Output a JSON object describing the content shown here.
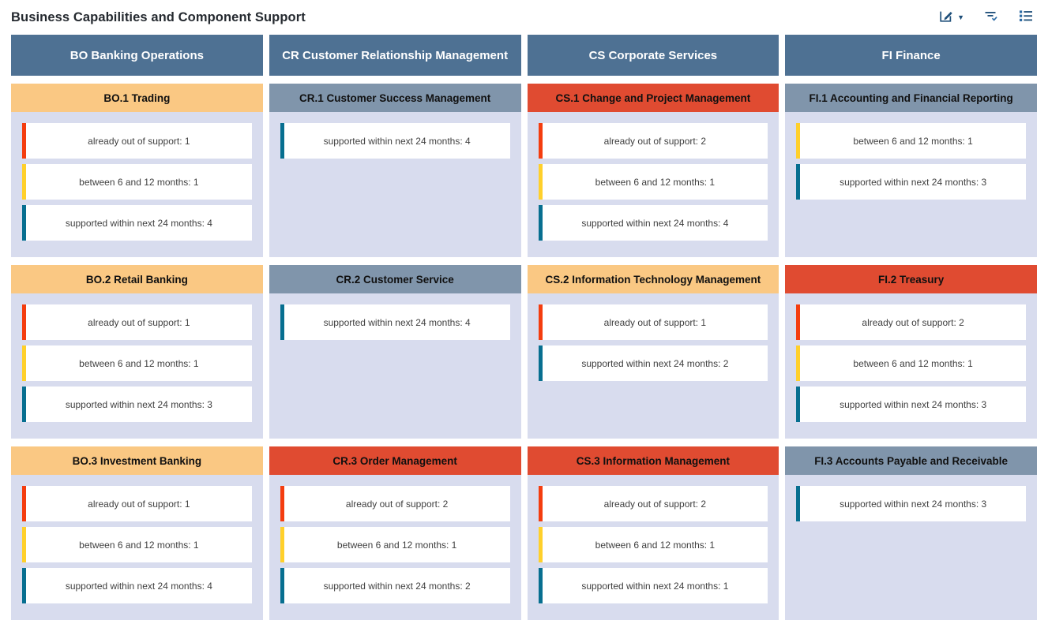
{
  "page": {
    "title": "Business Capabilities and Component Support"
  },
  "toolbar": {
    "edit_icon": "edit-pencil-square-icon",
    "edit_caret": "▼",
    "filter_icon": "filter-lines-with-check-icon",
    "list_icon": "bulleted-list-icon"
  },
  "colors": {
    "column_header": "#4E7193",
    "card_header_orange": "#FAC883",
    "card_header_gray": "#8095AB",
    "card_header_red": "#E04B31",
    "card_body": "#D8DCEE",
    "status_red": "#F43D0F",
    "status_yellow": "#FFD02B",
    "status_teal": "#076F90",
    "icon_navy": "#1D4E79",
    "icon_blue": "#2E6CA5"
  },
  "columns": [
    {
      "title": "BO Banking Operations",
      "cards": [
        {
          "title": "BO.1 Trading",
          "header_style": "orange",
          "items": [
            {
              "label": "already out of support: 1",
              "severity": "red"
            },
            {
              "label": "between 6 and 12 months: 1",
              "severity": "yellow"
            },
            {
              "label": "supported within next 24 months: 4",
              "severity": "teal"
            }
          ]
        },
        {
          "title": "BO.2 Retail Banking",
          "header_style": "orange",
          "items": [
            {
              "label": "already out of support: 1",
              "severity": "red"
            },
            {
              "label": "between 6 and 12 months: 1",
              "severity": "yellow"
            },
            {
              "label": "supported within next 24 months: 3",
              "severity": "teal"
            }
          ]
        },
        {
          "title": "BO.3 Investment Banking",
          "header_style": "orange",
          "items": [
            {
              "label": "already out of support: 1",
              "severity": "red"
            },
            {
              "label": "between 6 and 12 months: 1",
              "severity": "yellow"
            },
            {
              "label": "supported within next 24 months: 4",
              "severity": "teal"
            }
          ]
        }
      ]
    },
    {
      "title": "CR Customer Relationship Management",
      "cards": [
        {
          "title": "CR.1 Customer Success Management",
          "header_style": "gray",
          "items": [
            {
              "label": "supported within next 24 months: 4",
              "severity": "teal"
            }
          ]
        },
        {
          "title": "CR.2 Customer Service",
          "header_style": "gray",
          "items": [
            {
              "label": "supported within next 24 months: 4",
              "severity": "teal"
            }
          ]
        },
        {
          "title": "CR.3 Order Management",
          "header_style": "red",
          "items": [
            {
              "label": "already out of support: 2",
              "severity": "red"
            },
            {
              "label": "between 6 and 12 months: 1",
              "severity": "yellow"
            },
            {
              "label": "supported within next 24 months: 2",
              "severity": "teal"
            }
          ]
        }
      ]
    },
    {
      "title": "CS Corporate Services",
      "cards": [
        {
          "title": "CS.1 Change and Project Management",
          "header_style": "red",
          "items": [
            {
              "label": "already out of support: 2",
              "severity": "red"
            },
            {
              "label": "between 6 and 12 months: 1",
              "severity": "yellow"
            },
            {
              "label": "supported within next 24 months: 4",
              "severity": "teal"
            }
          ]
        },
        {
          "title": "CS.2 Information Technology Management",
          "header_style": "orange",
          "items": [
            {
              "label": "already out of support: 1",
              "severity": "red"
            },
            {
              "label": "supported within next 24 months: 2",
              "severity": "teal"
            }
          ]
        },
        {
          "title": "CS.3 Information Management",
          "header_style": "red",
          "items": [
            {
              "label": "already out of support: 2",
              "severity": "red"
            },
            {
              "label": "between 6 and 12 months: 1",
              "severity": "yellow"
            },
            {
              "label": "supported within next 24 months: 1",
              "severity": "teal"
            }
          ]
        }
      ]
    },
    {
      "title": "FI Finance",
      "cards": [
        {
          "title": "FI.1 Accounting and Financial Reporting",
          "header_style": "gray",
          "items": [
            {
              "label": "between 6 and 12 months: 1",
              "severity": "yellow"
            },
            {
              "label": "supported within next 24 months: 3",
              "severity": "teal"
            }
          ]
        },
        {
          "title": "FI.2 Treasury",
          "header_style": "red",
          "items": [
            {
              "label": "already out of support: 2",
              "severity": "red"
            },
            {
              "label": "between 6 and 12 months: 1",
              "severity": "yellow"
            },
            {
              "label": "supported within next 24 months: 3",
              "severity": "teal"
            }
          ]
        },
        {
          "title": "FI.3 Accounts Payable and Receivable",
          "header_style": "gray",
          "items": [
            {
              "label": "supported within next 24 months: 3",
              "severity": "teal"
            }
          ]
        }
      ]
    }
  ]
}
